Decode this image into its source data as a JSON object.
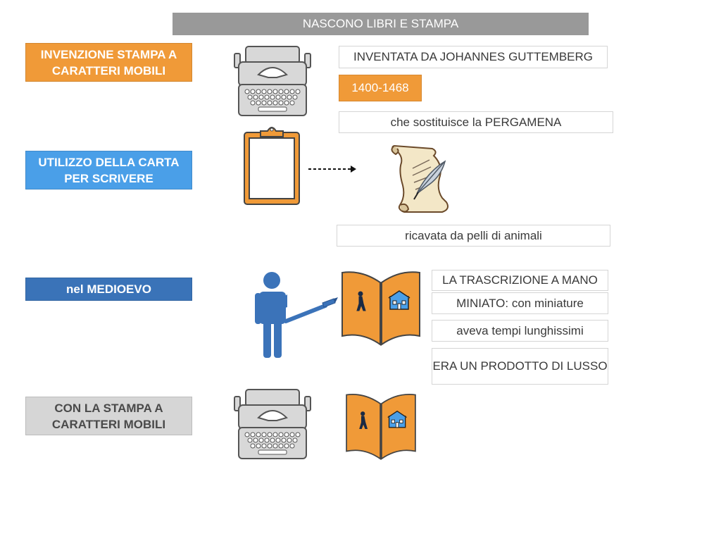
{
  "title": "NASCONO LIBRI E STAMPA",
  "colors": {
    "orange": "#F09A38",
    "blue_light": "#4A9FE8",
    "blue_dark": "#3A73B8",
    "gray": "#D6D6D6",
    "title_bar": "#999999",
    "person": "#3B73B9"
  },
  "rows": {
    "stampa": {
      "label": "INVENZIONE STAMPA A CARATTERI MOBILI",
      "icon": "typewriter-icon"
    },
    "carta": {
      "label": "UTILIZZO DELLA CARTA PER SCRIVERE",
      "icon": "clipboard-icon"
    },
    "medioevo": {
      "label": "nel MEDIOEVO",
      "icon": "person-writing-icon"
    },
    "con_stampa": {
      "label": "CON LA STAMPA A CARATTERI MOBILI",
      "icon": "typewriter-icon"
    }
  },
  "boxes": {
    "inventata": "INVENTATA DA JOHANNES GUTTEMBERG",
    "date": "1400-1468",
    "sostituisce": "che sostituisce la PERGAMENA",
    "ricavata": "ricavata da pelli di animali",
    "trascrizione": "LA TRASCRIZIONE A MANO",
    "miniato": "MINIATO: con miniature",
    "tempi": "aveva tempi lunghissimi",
    "lusso": "ERA UN PRODOTTO DI LUSSO"
  }
}
